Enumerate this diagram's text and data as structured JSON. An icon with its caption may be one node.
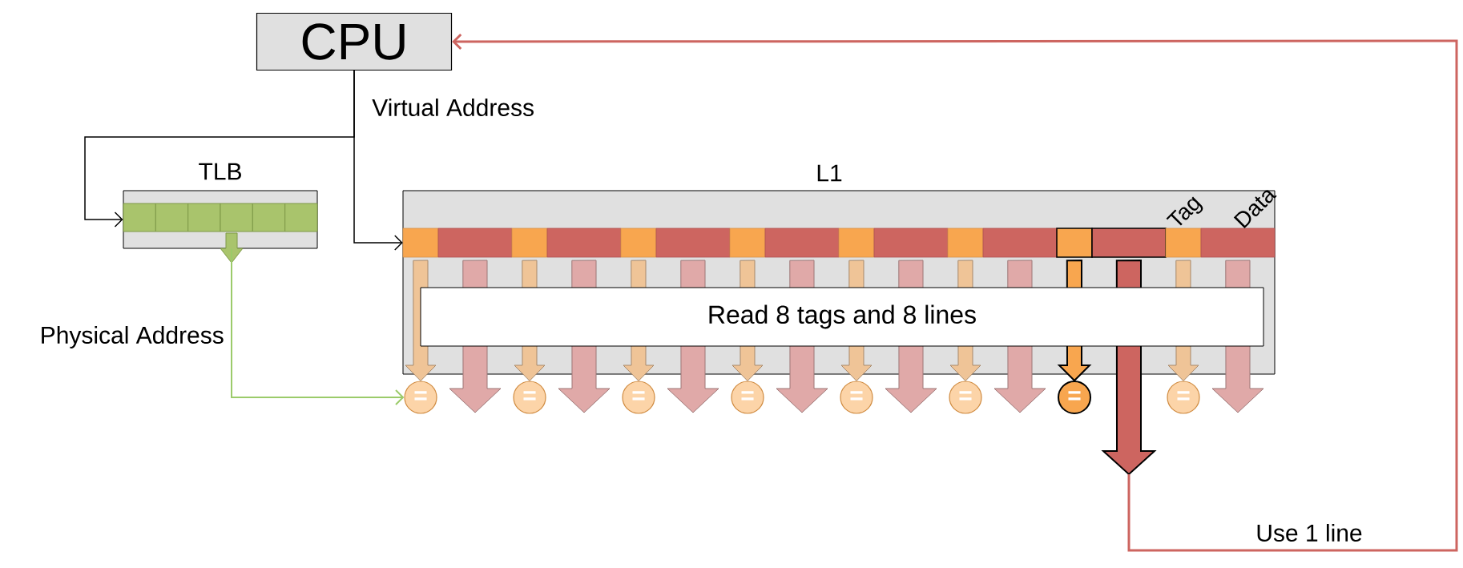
{
  "diagram": {
    "nodes": [
      {
        "text": [
          "CPU"
        ]
      },
      {
        "text": [
          "TLB"
        ]
      },
      {
        "text": [
          "L1"
        ]
      },
      {
        "text": [],
        "shape": "bar",
        "in": 2
      },
      {
        "text": [
          "Read 8 tags and 8 lines"
        ],
        "in": 2
      },
      {
        "text": [
          "="
        ]
      },
      {
        "text": [
          "="
        ]
      },
      {
        "text": [
          "="
        ]
      },
      {
        "text": [
          "="
        ]
      },
      {
        "text": [
          "="
        ]
      },
      {
        "text": [
          "="
        ]
      },
      {
        "text": [
          "="
        ]
      },
      {
        "text": [
          "="
        ]
      }
    ],
    "edges": [
      {
        "from": 0,
        "to": 3,
        "arrow": "to",
        "label": "Virtual Address"
      },
      {
        "from": 0,
        "to": 1,
        "arrow": "to"
      },
      {
        "from": 1,
        "to": 5,
        "arrow": "to",
        "label": "Physical Address",
        "color": "#9bcb6a"
      },
      {
        "from": 3,
        "to": 5,
        "arrow": "to",
        "color": "#efc497"
      },
      {
        "from": 3,
        "to": 6,
        "arrow": "to",
        "color": "#efc497"
      },
      {
        "from": 3,
        "to": 7,
        "arrow": "to",
        "color": "#efc497"
      },
      {
        "from": 3,
        "to": 8,
        "arrow": "to",
        "color": "#efc497"
      },
      {
        "from": 3,
        "to": 9,
        "arrow": "to",
        "color": "#efc497"
      },
      {
        "from": 3,
        "to": 10,
        "arrow": "to",
        "color": "#efc497"
      },
      {
        "from": 3,
        "to": 11,
        "arrow": "to",
        "style": "thick",
        "color": "#f8a64f"
      },
      {
        "from": 3,
        "to": 12,
        "arrow": "to",
        "color": "#efc497"
      },
      {
        "from": 3,
        "to": null,
        "arrow": "to",
        "color": "#e0a9a8"
      },
      {
        "from": 3,
        "to": null,
        "arrow": "to",
        "color": "#e0a9a8"
      },
      {
        "from": 3,
        "to": null,
        "arrow": "to",
        "color": "#e0a9a8"
      },
      {
        "from": 3,
        "to": null,
        "arrow": "to",
        "color": "#e0a9a8"
      },
      {
        "from": 3,
        "to": null,
        "arrow": "to",
        "color": "#e0a9a8"
      },
      {
        "from": 3,
        "to": null,
        "arrow": "to",
        "color": "#e0a9a8"
      },
      {
        "from": 3,
        "to": null,
        "arrow": "to",
        "style": "thick",
        "color": "#cd6560"
      },
      {
        "from": 3,
        "to": null,
        "arrow": "to",
        "color": "#e0a9a8"
      },
      {
        "from": null,
        "to": 0,
        "arrow": "to",
        "label": "Use 1 line",
        "color": "#cd6560"
      }
    ],
    "labels": [
      "Tag",
      "Data"
    ]
  }
}
